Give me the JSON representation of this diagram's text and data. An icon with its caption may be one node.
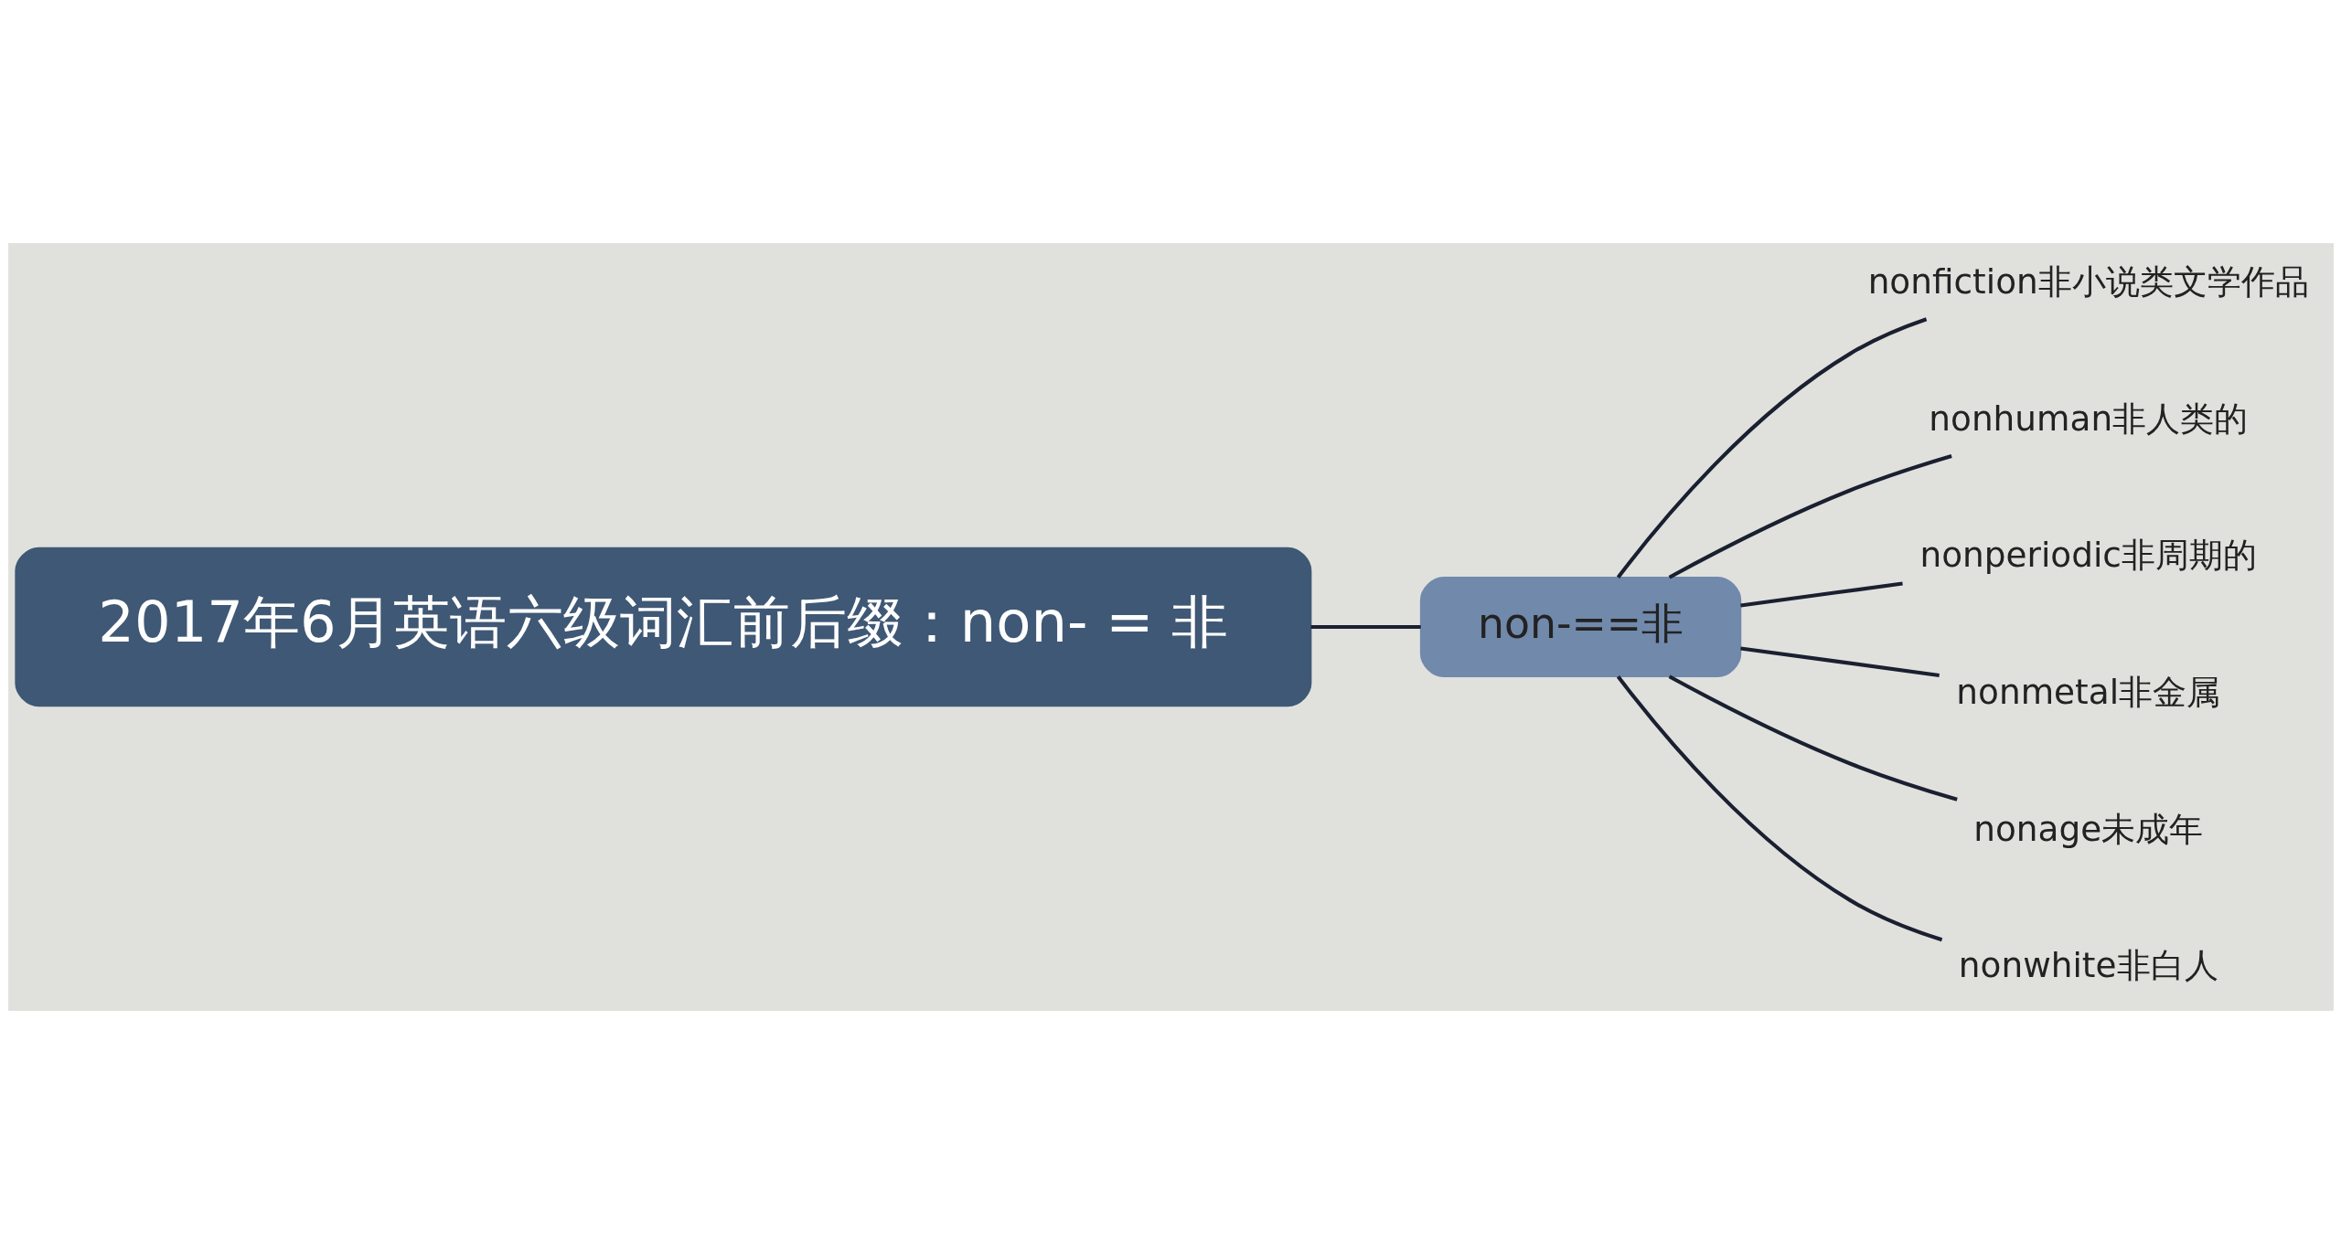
{
  "diagram": {
    "nodes": [
      {
        "text": [
          "2017年6月英语六级词汇前后缀：non- = 非"
        ]
      },
      {
        "text": [
          "non-==非"
        ]
      },
      {
        "text": [
          "nonfiction非小说类文学作品"
        ]
      },
      {
        "text": [
          "nonhuman非人类的"
        ]
      },
      {
        "text": [
          "nonperiodic非周期的"
        ]
      },
      {
        "text": [
          "nonmetal非金属"
        ]
      },
      {
        "text": [
          "nonage未成年"
        ]
      },
      {
        "text": [
          "nonwhite非白人"
        ]
      }
    ],
    "edges": [
      {
        "from": 0,
        "to": 1,
        "arrow": "none"
      },
      {
        "from": 1,
        "to": 2,
        "arrow": "none"
      },
      {
        "from": 1,
        "to": 3,
        "arrow": "none"
      },
      {
        "from": 1,
        "to": 4,
        "arrow": "none"
      },
      {
        "from": 1,
        "to": 5,
        "arrow": "none"
      },
      {
        "from": 1,
        "to": 6,
        "arrow": "none"
      },
      {
        "from": 1,
        "to": 7,
        "arrow": "none"
      }
    ]
  }
}
